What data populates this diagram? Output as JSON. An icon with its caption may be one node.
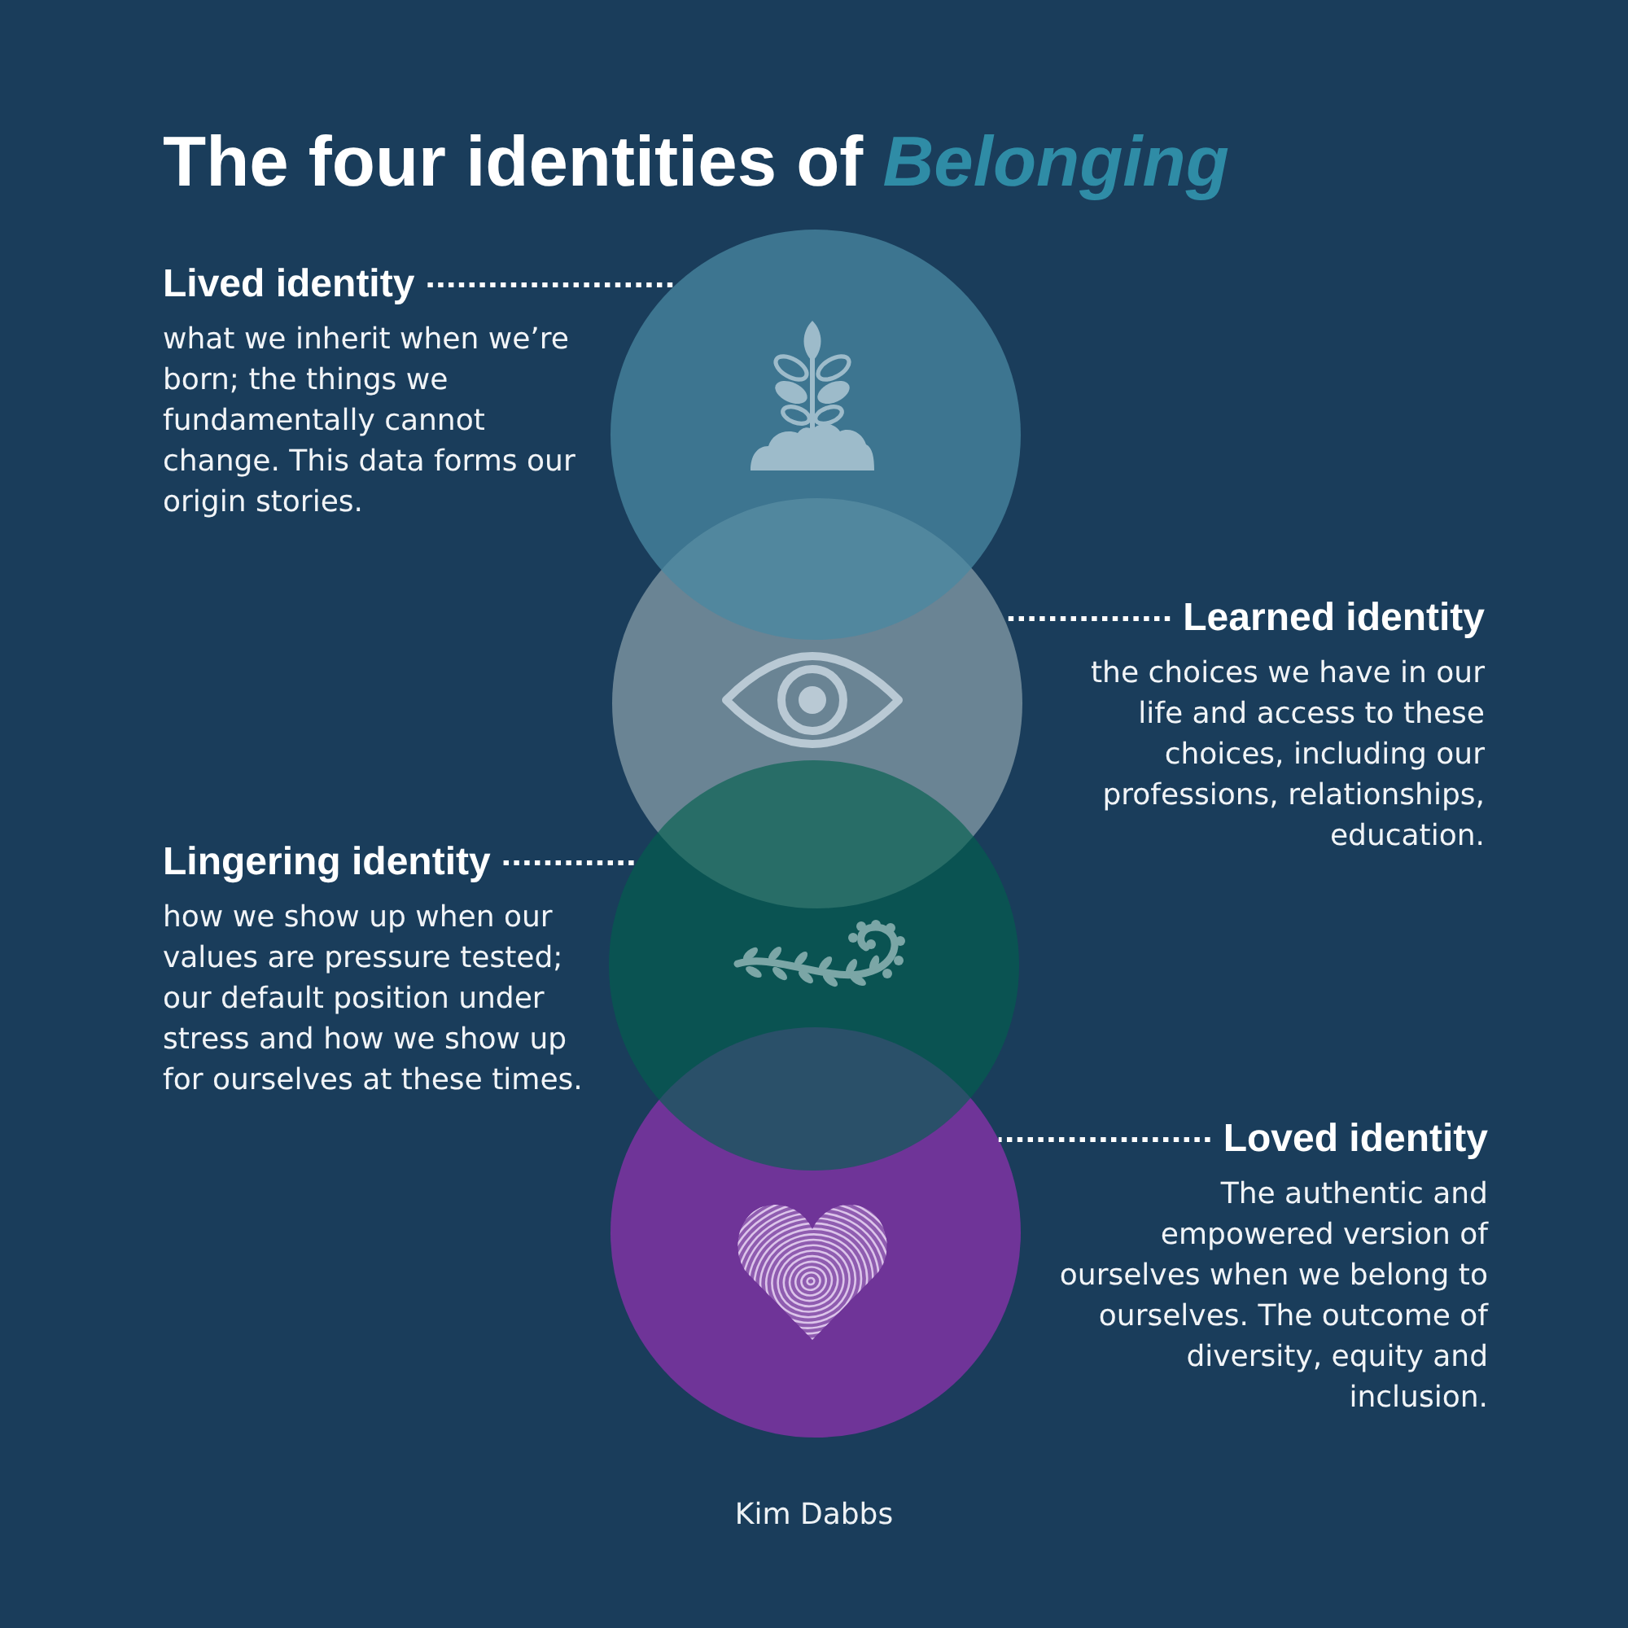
{
  "diagram": {
    "title": "The four identities of *Belonging*",
    "nodes": [
      {
        "text": [
          "Lived identity",
          "what we inherit when we’re born; the things we fundamentally cannot change. This data forms our origin stories."
        ]
      },
      {
        "text": [
          "Learned identity",
          "the choices we have in our life and access to these choices, including our professions, relationships, education."
        ]
      },
      {
        "text": [
          "Lingering identity",
          "how we show up when our values are pressure tested; our default position under stress and how we show up for ourselves at these times."
        ]
      },
      {
        "text": [
          "Loved identity",
          "The authentic and empowered version of ourselves when we belong to ourselves. The outcome of diversity, equity and inclusion."
        ]
      },
      {
        "text": [],
        "shape": "circle"
      },
      {
        "text": [],
        "shape": "circle"
      },
      {
        "text": [],
        "shape": "circle"
      },
      {
        "text": [],
        "shape": "circle"
      }
    ],
    "edges": [
      {
        "from": 0,
        "to": 4,
        "arrow": "none",
        "style": "dashed"
      },
      {
        "from": 1,
        "to": 5,
        "arrow": "none",
        "style": "dashed"
      },
      {
        "from": 2,
        "to": 6,
        "arrow": "none",
        "style": "dashed"
      },
      {
        "from": 3,
        "to": 7,
        "arrow": "none",
        "style": "dashed"
      }
    ],
    "caption": "Kim Dabbs"
  }
}
